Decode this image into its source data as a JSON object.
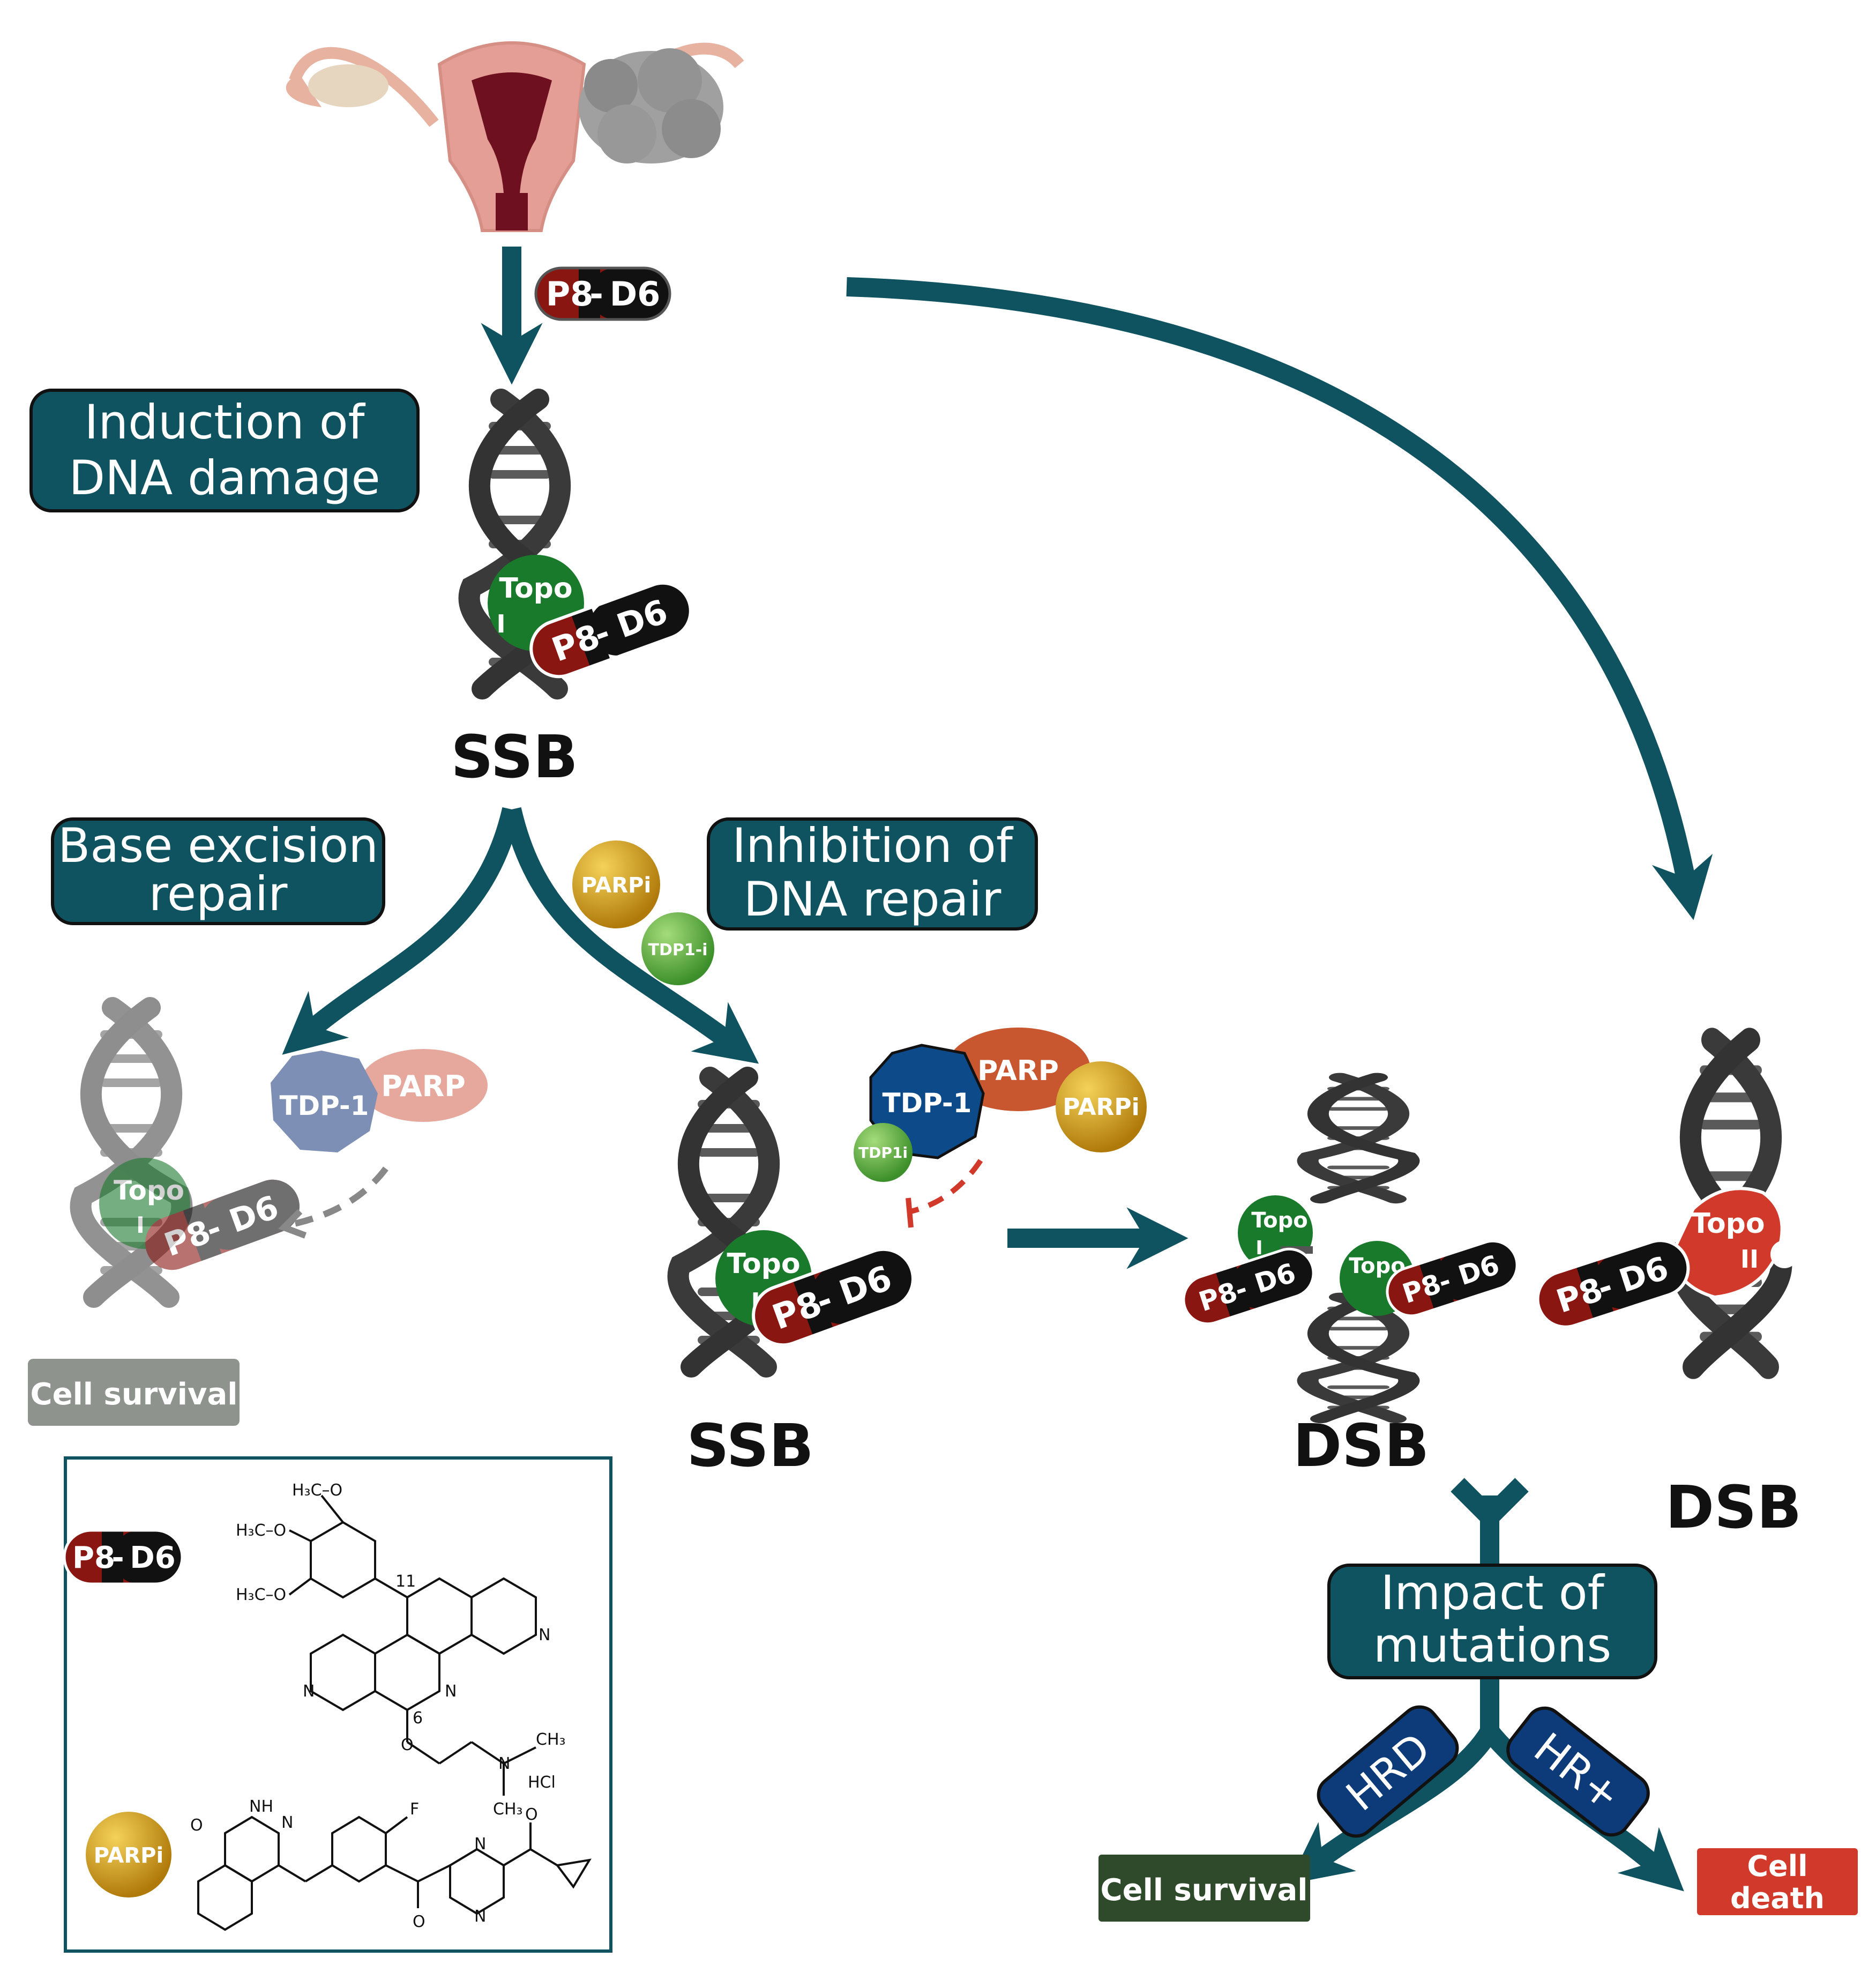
{
  "labels": {
    "induction": [
      "Induction of",
      "DNA damage"
    ],
    "ber": [
      "Base excision",
      "repair"
    ],
    "inhibition": [
      "Inhibition of",
      "DNA repair"
    ],
    "impact": [
      "Impact of",
      "mutations"
    ],
    "ssb": "SSB",
    "dsb": "DSB",
    "hrd": "HRD",
    "hrplus": "HR+",
    "cell_survival": "Cell survival",
    "cell_death": [
      "Cell",
      "death"
    ]
  },
  "drug": {
    "p8": "P8",
    "dash": "-",
    "d6": "D6"
  },
  "proteins": {
    "topo": "Topo",
    "topo_i": "I",
    "topo_ii": "II",
    "tdp1": "TDP-1",
    "parp": "PARP",
    "parpi": "PARPi",
    "tdp1_i_hyphen": "TDP1-i",
    "tdp1i": "TDP1i"
  },
  "chemistry": {
    "methoxy": "H₃C–O",
    "ch3": "CH₃",
    "n": "N",
    "o": "O",
    "f": "F",
    "hcl": "HCl",
    "nh": "NH",
    "pos11": "11",
    "pos6": "6"
  },
  "colors": {
    "teal": "#0f5360",
    "dark_red": "#8a1612",
    "green": "#1a7a2c",
    "blue": "#0d4a8a",
    "parp_orange": "#c8562f",
    "gold": "#d4a21a",
    "red": "#d13a2a",
    "dark_green": "#2f4a2a",
    "grey": "#8e938e"
  }
}
